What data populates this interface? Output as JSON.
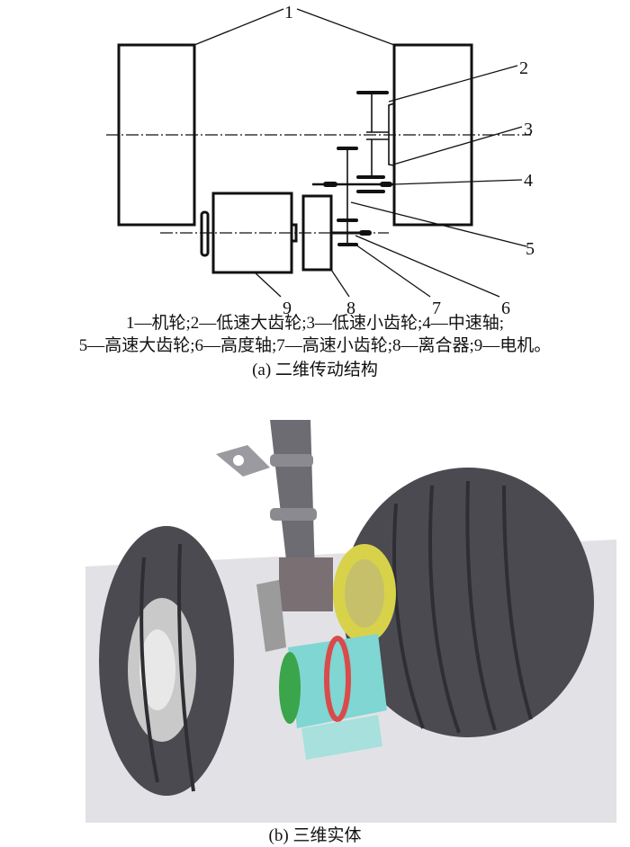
{
  "diagram": {
    "part_numbers": [
      "1",
      "2",
      "3",
      "4",
      "5",
      "6",
      "7",
      "8",
      "9"
    ],
    "legend_line1": "1—机轮;2—低速大齿轮;3—低速小齿轮;4—中速轴;",
    "legend_line2": "5—高速大齿轮;6—高度轴;7—高速小齿轮;8—离合器;9—电机。",
    "caption_a": "(a) 二维传动结构"
  },
  "render": {
    "caption_b": "(b) 三维实体"
  },
  "colors": {
    "tire": "#4a4a50",
    "hub": "#c9c9c9",
    "motor": "#7fd6d2",
    "clutch_ring": "#d94b4b",
    "gear_yellow": "#d8d24a",
    "gear_green": "#3aa54a",
    "background": "#e4e4e8"
  }
}
